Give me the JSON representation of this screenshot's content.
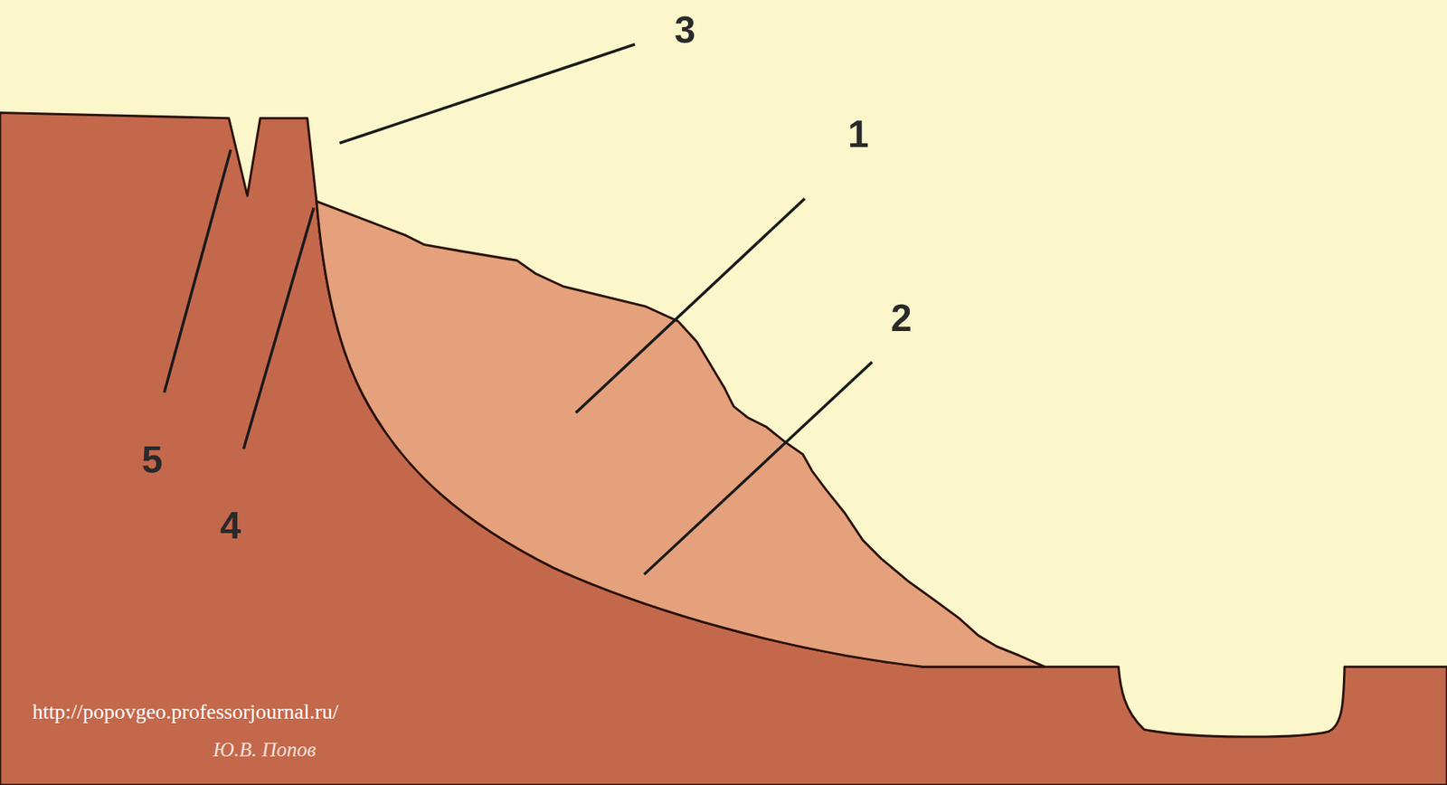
{
  "diagram": {
    "labels": [
      "3",
      "1",
      "2",
      "5",
      "4",
      "http://popovgeo.professorjournal.ru/",
      "Ю.В. Попов"
    ]
  }
}
